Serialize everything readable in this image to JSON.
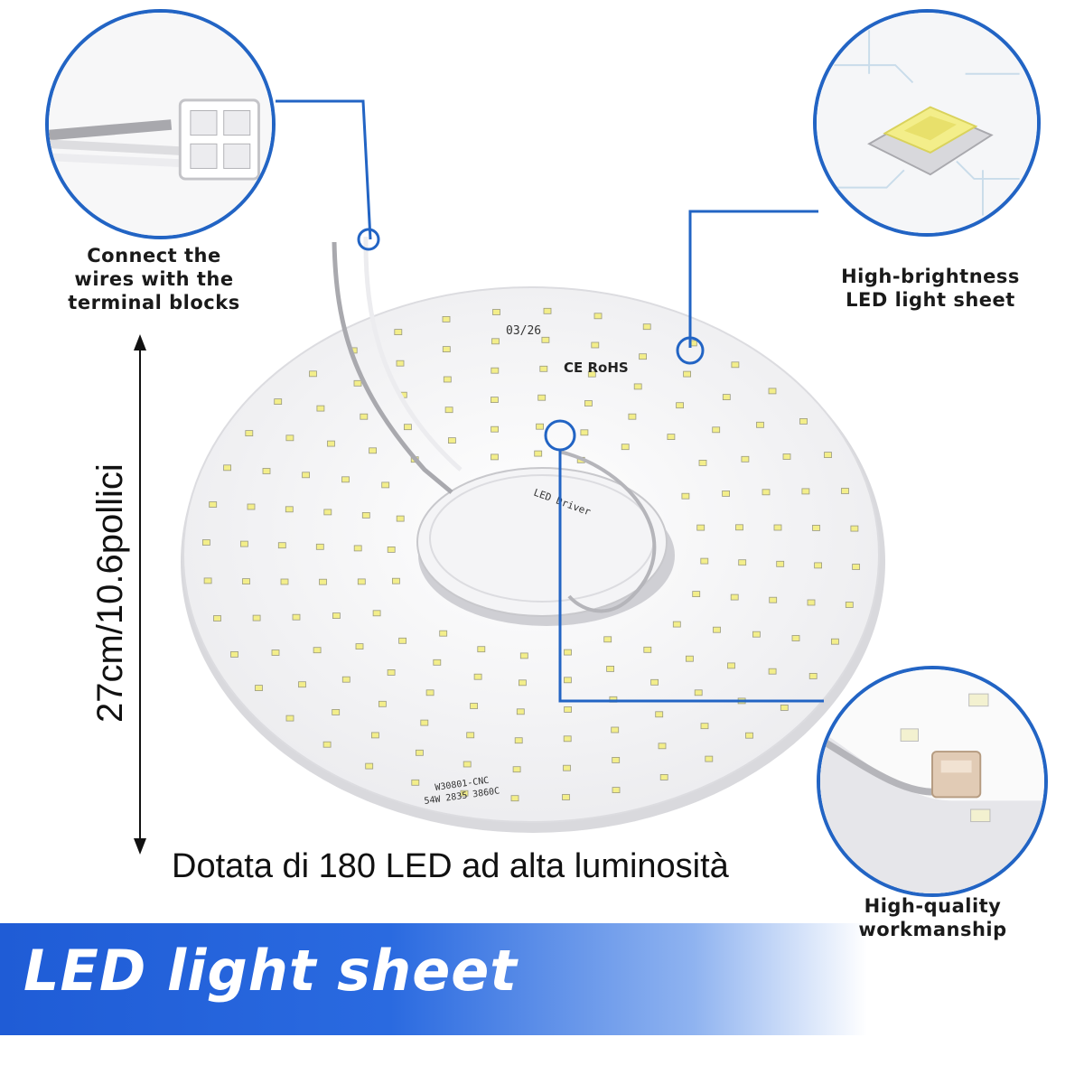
{
  "callouts": {
    "terminal": {
      "caption": "Connect the\nwires with the\nterminal blocks"
    },
    "led": {
      "caption": "High-brightness\nLED light sheet"
    },
    "workmanship": {
      "caption": "High-quality\nworkmanship"
    }
  },
  "board": {
    "date_code": "03/26",
    "certification": "CE RoHS",
    "model_line1": "W30801-CNC",
    "model_line2": "54W  2835  3860C",
    "driver_label": "LED Driver"
  },
  "dimension_label": "27cm/10.6pollici",
  "subcaption": "Dotata di 180 LED ad alta luminosità",
  "banner": {
    "title": "LED light sheet"
  },
  "colors": {
    "accent": "#2264c4",
    "banner_start": "#1f5cd6",
    "led_yellow": "#f3ee8a"
  }
}
